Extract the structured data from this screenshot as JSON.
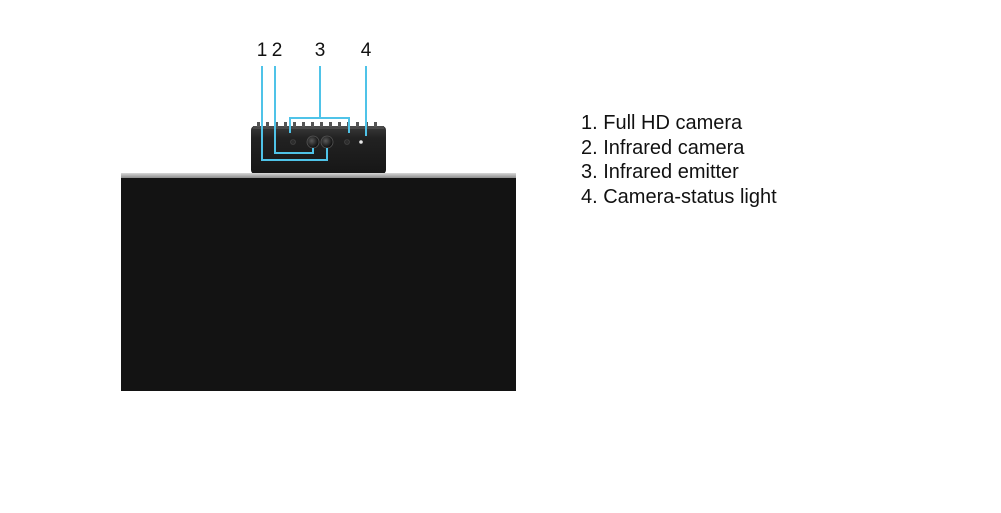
{
  "callouts": [
    {
      "number": "1"
    },
    {
      "number": "2"
    },
    {
      "number": "3"
    },
    {
      "number": "4"
    }
  ],
  "legend": [
    {
      "text": "1. Full HD camera"
    },
    {
      "text": "2. Infrared camera"
    },
    {
      "text": "3. Infrared emitter"
    },
    {
      "text": "4. Camera-status light"
    }
  ],
  "colors": {
    "callout_line": "#4fc3e8",
    "monitor_body": "#131313",
    "camera_body": "#1c1c1c",
    "text": "#111111"
  }
}
